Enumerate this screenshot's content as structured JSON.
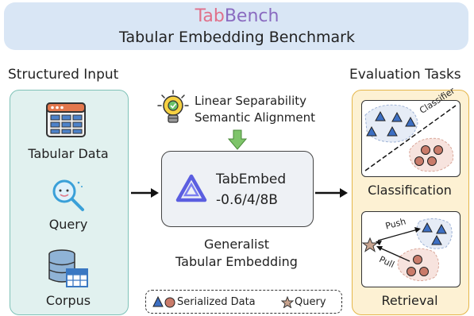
{
  "header": {
    "brand_part1": "Tab",
    "brand_part2": "Bench",
    "subtitle": "Tabular Embedding Benchmark"
  },
  "left_section": {
    "heading": "Structured Input",
    "items": [
      {
        "label": "Tabular Data",
        "icon": "table-icon"
      },
      {
        "label": "Query",
        "icon": "magnifier-icon"
      },
      {
        "label": "Corpus",
        "icon": "database-icon"
      }
    ]
  },
  "center": {
    "objectives": [
      "Linear Separability",
      "Semantic Alignment"
    ],
    "model_name": "TabEmbed",
    "model_sizes": "-0.6/4/8B",
    "caption_line1": "Generalist",
    "caption_line2": "Tabular Embedding",
    "legend": {
      "serialized_label": "Serialized Data",
      "query_label": "Query"
    }
  },
  "right_section": {
    "heading": "Evaluation Tasks",
    "tasks": [
      {
        "label": "Classification",
        "boundary_label": "Classifier"
      },
      {
        "label": "Retrieval",
        "push_label": "Push",
        "pull_label": "Pull"
      }
    ]
  },
  "colors": {
    "banner": "#d9e6f5",
    "input_panel": "#e1f1ef",
    "task_panel": "#fdf1d3",
    "triangle": "#3d6fc2",
    "circle": "#c97b6a",
    "star": "#b07b6b",
    "arrow_green": "#7ec46a"
  }
}
